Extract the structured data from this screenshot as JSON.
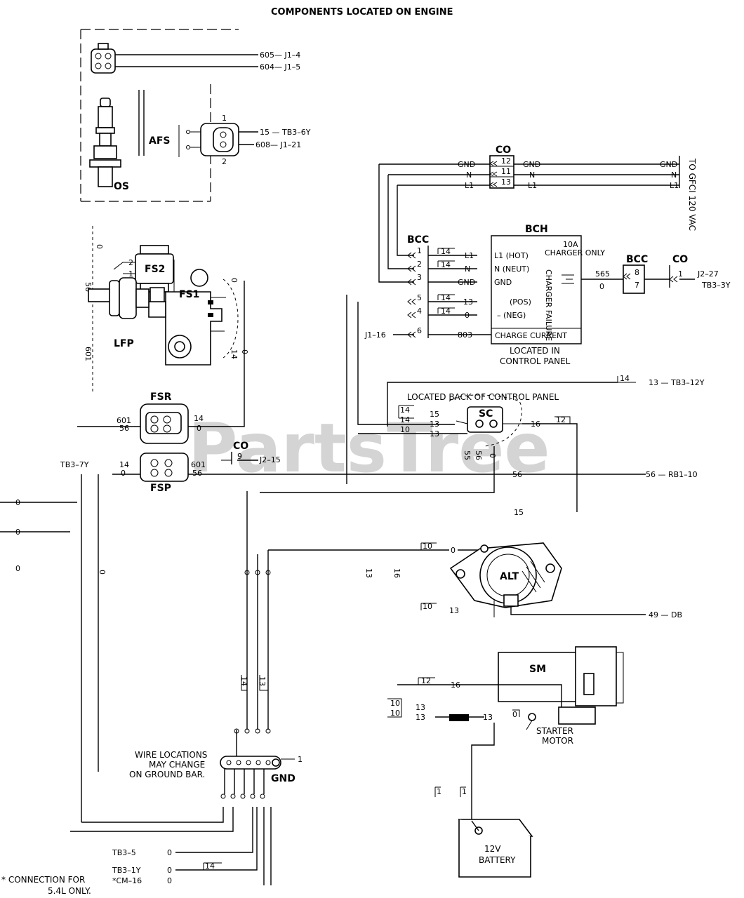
{
  "title": "COMPONENTS LOCATED ON ENGINE",
  "watermark": "PartsTree",
  "components": {
    "os": "OS",
    "afs": "AFS",
    "fs2": "FS2",
    "fs1": "FS1",
    "lfp": "LFP",
    "fsr": "FSR",
    "fsp": "FSP",
    "co_top": "CO",
    "co_mid": "CO",
    "co_right": "CO",
    "bcc_main": "BCC",
    "bcc_right": "BCC",
    "bch": "BCH",
    "sc": "SC",
    "alt": "ALT",
    "sm": "SM",
    "gnd": "GND"
  },
  "wires": {
    "os_605": "605— J1–4",
    "os_604": "604— J1–5",
    "afs_15": "15 — TB3–6Y",
    "afs_608": "608— J1–21",
    "afs_pin1": "1",
    "afs_pin2": "2",
    "gnd_in": "GND",
    "n_in": "N",
    "l1_in": "L1",
    "gnd_out": "GND",
    "n_out": "N",
    "l1_out": "L1",
    "gnd_end": "GND",
    "n_end": "N",
    "l1_end": "L1",
    "co_pin12": "12",
    "co_pin11": "11",
    "co_pin13": "13",
    "supply": "TO GFCI 120 VAC",
    "bch_l1": "L1",
    "bch_n": "N",
    "bch_gnd": "GND",
    "bch_13": "13",
    "bch_0": "0",
    "bch_803": "803",
    "j1_16": "J1–16",
    "w14a": "14",
    "w14b": "14",
    "w14c": "14",
    "w14d": "14",
    "bcc_pin1": "1",
    "bcc_pin2": "2",
    "bcc_pin3": "3",
    "bcc_pin5": "5",
    "bcc_pin4": "4",
    "bcc_pin6": "6",
    "bcc2_pin8": "8",
    "bcc2_pin7": "7",
    "co2_pin1": "1",
    "w_565": "565",
    "w_0_right": "0",
    "j2_27": "J2–27",
    "tb3_3y": "TB3–3Y",
    "tb3_12y": "13 — TB3–12Y",
    "w14_top": "14",
    "sc_15": "15",
    "sc_13a": "13",
    "sc_13b": "13",
    "sc_16": "16",
    "sc_12": "12",
    "sc_14a": "14",
    "sc_14b": "14",
    "sc_10": "10",
    "sc_56": "56",
    "sc_55": "55",
    "sc_0": "0",
    "w56_mid": "56",
    "rb1_10": "56 — RB1–10",
    "w15_below": "15",
    "fsr_601": "601",
    "fsr_56": "56",
    "fsr_14": "14",
    "fsr_0": "0",
    "fsp_tb3": "TB3–7Y",
    "fsp_14": "14",
    "fsp_0": "0",
    "fsp_601": "601",
    "fsp_56": "56",
    "co_9": "9",
    "co_j2_15": "J2–15",
    "fs_56": "56",
    "fs_0a": "0",
    "fs_0b": "0",
    "fs_601": "601",
    "fs_14": "14",
    "fs_0c": "0",
    "fs_0d": "0",
    "left_0a": "0",
    "left_0b": "0",
    "left_0c": "0",
    "left_0d": "0",
    "alt_10": "10",
    "alt_0": "0",
    "alt_13": "13",
    "alt_16": "16",
    "alt_10b": "10",
    "alt_13b": "13",
    "alt_49": "49 — DB",
    "sm_12": "12",
    "sm_16": "16",
    "sm_10a": "10",
    "sm_10b": "10",
    "sm_13a": "13",
    "sm_13b": "13",
    "sm_13c": "13",
    "sm_0": "0",
    "gnd_14": "14",
    "gnd_13": "13",
    "gnd_1": "1",
    "bat_1a": "1",
    "bat_1b": "1",
    "tb3_5": "TB3–5",
    "tb3_5_0": "0",
    "tb3_1y": "TB3–1Y",
    "tb3_1y_0": "0",
    "cm_16": "*CM–16",
    "cm_16_0": "0",
    "w14_bottom": "14"
  },
  "bch_labels": {
    "hot": "L1 (HOT)",
    "neut": "N (NEUT)",
    "gnd": "GND",
    "pos": "(POS)",
    "neg": "– (NEG)",
    "charge_current": "CHARGE CURRENT",
    "rating": "10A",
    "charger_only": "CHARGER ONLY",
    "failure": "CHARGER FAILURE",
    "location": "LOCATED IN",
    "location2": "CONTROL PANEL"
  },
  "notes": {
    "sc_location": "LOCATED BACK OF CONTROL PANEL",
    "wire_locations_1": "WIRE LOCATIONS",
    "wire_locations_2": "MAY CHANGE",
    "wire_locations_3": "ON GROUND BAR.",
    "starter_1": "STARTER",
    "starter_2": "MOTOR",
    "battery_1": "12V",
    "battery_2": "BATTERY",
    "footnote_1": "* CONNECTION FOR",
    "footnote_2": "5.4L ONLY."
  }
}
